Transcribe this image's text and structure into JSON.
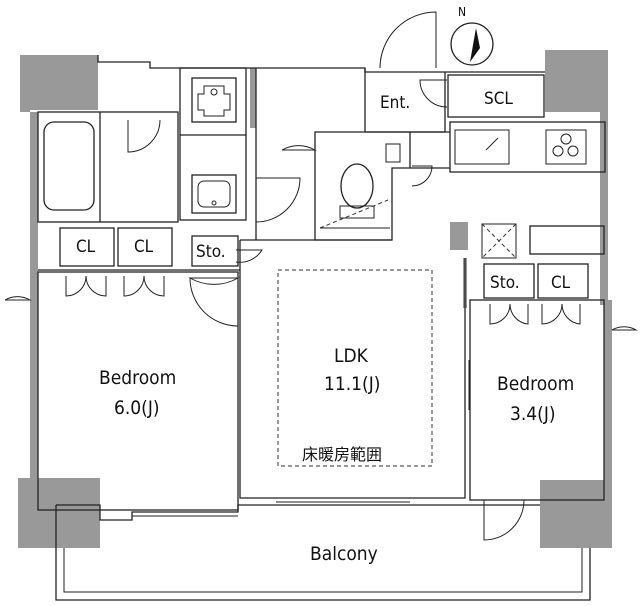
{
  "labels": {
    "ent": "Ent.",
    "scl": "SCL",
    "cl_left_1": "CL",
    "cl_left_2": "CL",
    "sto_left": "Sto.",
    "sto_right": "Sto.",
    "cl_right": "CL",
    "ldk_name": "LDK",
    "ldk_size": "11.1(J)",
    "heating": "床暖房範囲",
    "bed1_name": "Bedroom",
    "bed1_size": "6.0(J)",
    "bed2_name": "Bedroom",
    "bed2_size": "3.4(J)",
    "balcony": "Balcony"
  },
  "icons": {
    "north": "north-arrow-icon",
    "stove": "stove-icon",
    "sink": "sink-icon",
    "toilet": "toilet-icon",
    "bathtub": "bathtub-icon",
    "washbasin": "washbasin-icon"
  }
}
